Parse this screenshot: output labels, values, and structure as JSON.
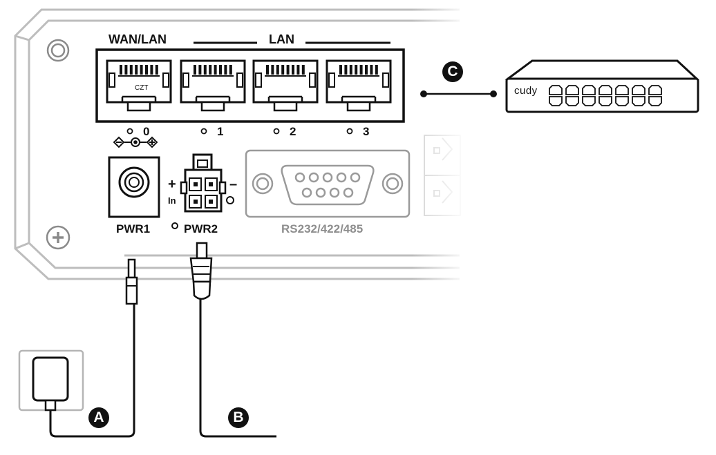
{
  "device": {
    "header": {
      "wan_lan": "WAN/LAN",
      "lan": "LAN"
    },
    "ports": [
      {
        "number": "0",
        "chip": "CZT"
      },
      {
        "number": "1",
        "chip": ""
      },
      {
        "number": "2",
        "chip": ""
      },
      {
        "number": "3",
        "chip": ""
      }
    ],
    "power": {
      "pwr1_label": "PWR1",
      "pwr2_label": "PWR2",
      "plus_sign": "+",
      "minus_sign": "–",
      "in_label": "In"
    },
    "serial_label": "RS232/422/485"
  },
  "switch": {
    "brand": "cudy",
    "port_count": 7
  },
  "callouts": {
    "a": "A",
    "b": "B",
    "c": "C"
  },
  "colors": {
    "outline": "#111111",
    "light_outline": "#bdbdbd",
    "grey_text": "#8e8e8e",
    "badge": "#111111"
  }
}
